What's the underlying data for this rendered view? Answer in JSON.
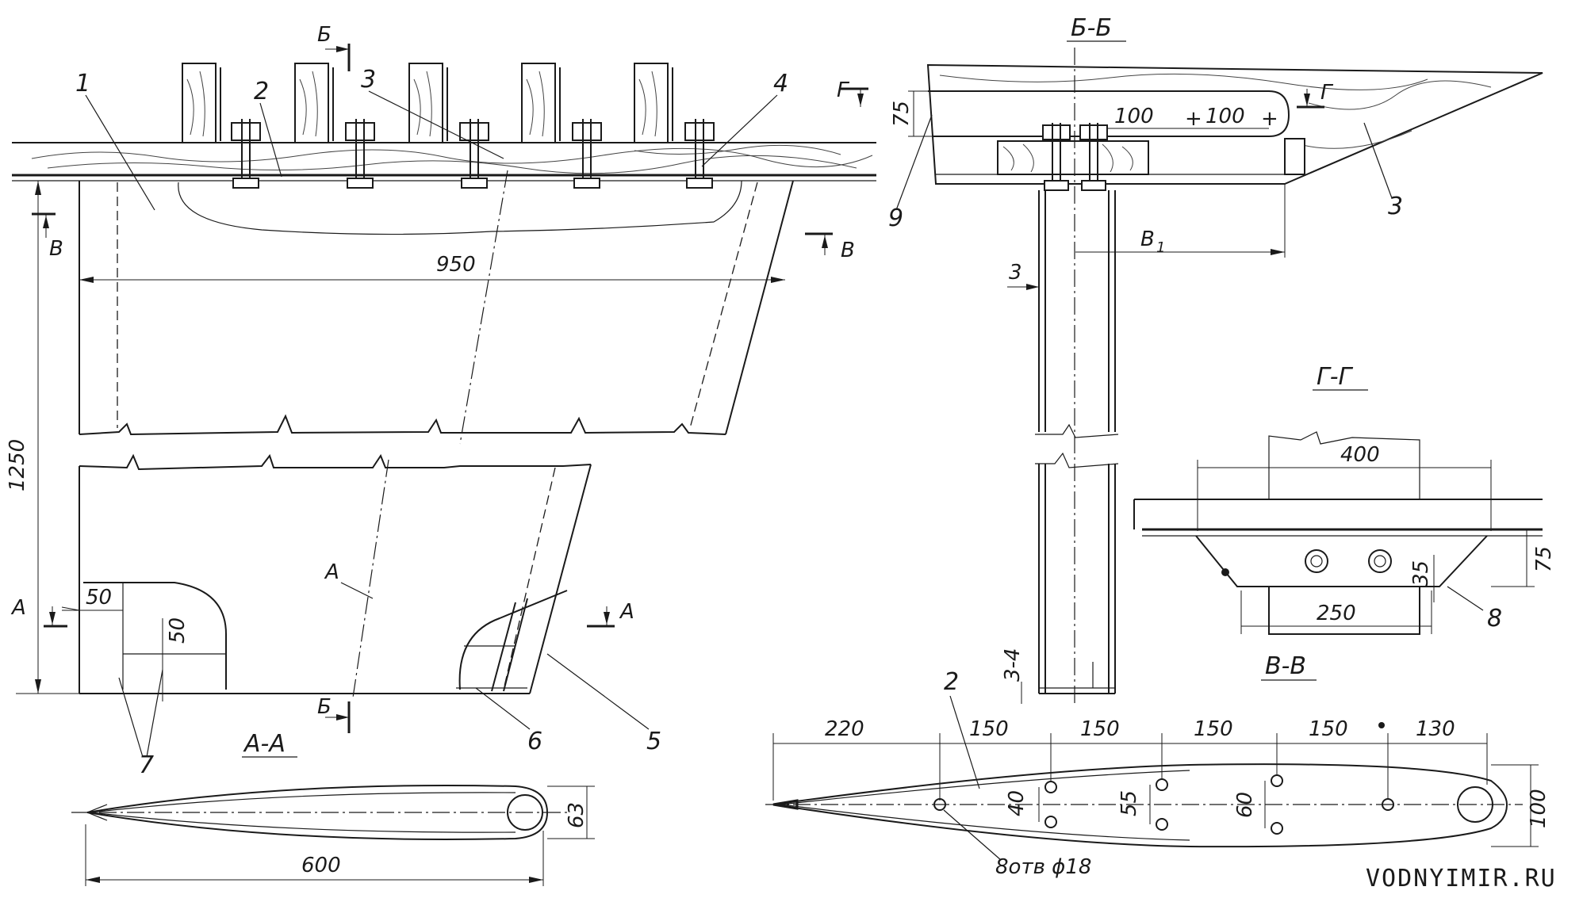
{
  "colors": {
    "ink": "#1a1a1a",
    "paper": "#ffffff"
  },
  "watermark": "VODNYIMIR.RU",
  "callouts": {
    "c1": "1",
    "c2": "2",
    "c3": "3",
    "c4": "4",
    "c5": "5",
    "c6": "6",
    "c7": "7",
    "c8": "8",
    "c9": "9",
    "c3b": "3",
    "c2b": "2"
  },
  "section_titles": {
    "bb": "Б-Б",
    "gg": "Г-Г",
    "vv": "В-В",
    "aa": "А-А"
  },
  "section_marks": {
    "b_top": "Б",
    "b_bottom": "Б",
    "v_left": "В",
    "v_right": "В",
    "a_left": "А",
    "a_right": "А",
    "a_axis": "А",
    "g_left": "Г",
    "g_right": "Г"
  },
  "dimensions": {
    "d950": "950",
    "d1250": "1250",
    "d50a": "50",
    "d50b": "50",
    "d600": "600",
    "d63": "63",
    "d75a": "75",
    "d100a": "100",
    "d100b": "100",
    "d3": "3",
    "dB1": "B",
    "dB1sub": "1",
    "d34": "3-4",
    "d400": "400",
    "d75b": "75",
    "d35": "35",
    "d250": "250",
    "d220": "220",
    "d150a": "150",
    "d150b": "150",
    "d150c": "150",
    "d150d": "150",
    "d130": "130",
    "d40": "40",
    "d55": "55",
    "d60": "60",
    "d100c": "100",
    "holes": "8отв ϕ18"
  }
}
